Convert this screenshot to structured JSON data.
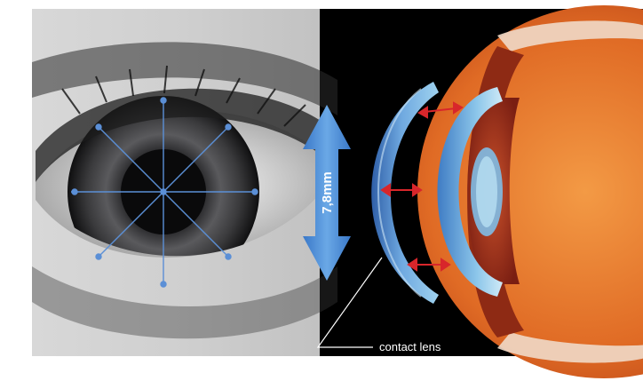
{
  "diagram": {
    "measurement_label": "7,8mm",
    "callout_label": "contact lens"
  },
  "colors": {
    "background": "#ffffff",
    "skin_light": "#e9e9e9",
    "iris_dark": "#1d1d1f",
    "lens_blue": "#4f8fd0",
    "measure_arrow": "#4d8fd8",
    "gap_arrow": "#d8262b",
    "eyeball_orange": "#e8782a",
    "guide_lines": "#5b8fd6",
    "callout_line": "#ffffff"
  },
  "icons": {
    "measure_arrow": "double-arrow-vertical",
    "gap_arrow": "double-arrow-horizontal"
  }
}
